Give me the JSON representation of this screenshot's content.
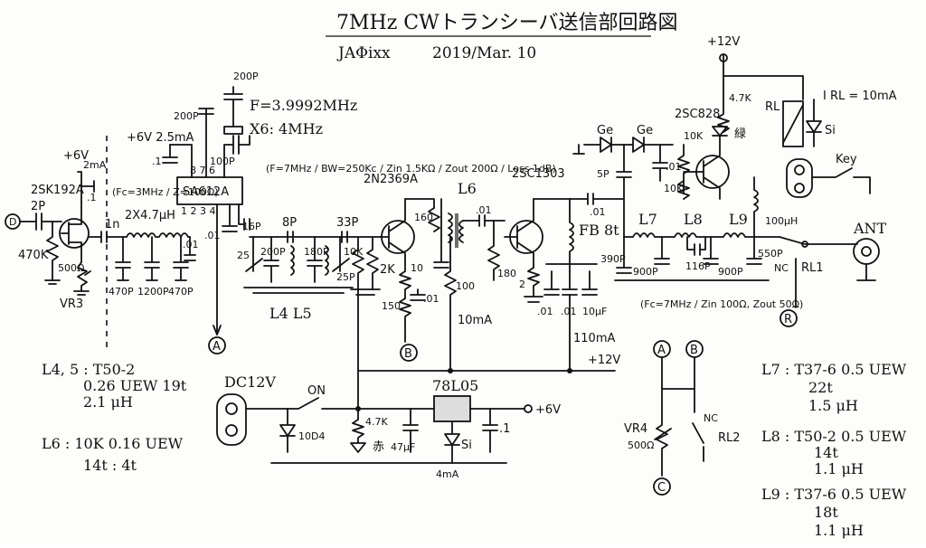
{
  "header": {
    "title": "7MHz CWトランシーバ送信部回路図",
    "author": "JAΦixx",
    "date": "2019/Mar. 10"
  },
  "labels": {
    "v12_top": "+12V",
    "v6_top": "+6V",
    "cur_2ma": "2mA",
    "fet": "2SK192A",
    "in_marker": "D",
    "cap_2p": "2P",
    "res_470k": "470K",
    "vr500": "500Ω",
    "vr3": "VR3",
    "tank_spec": "(Fc=3MHz / Z=100Ω)",
    "coil_2x47": "2X4.7μH",
    "cap_1n": "1n",
    "cap_470p_a": "470P",
    "cap_1200p": "1200P",
    "cap_470p_b": "470P",
    "cap_01a": ".01",
    "cap_1uf": ".1",
    "v6_mix": "+6V 2.5mA",
    "mixer": "SA612A",
    "pins_top": "8   7   6",
    "pins_bot": "1   2   3   4",
    "cap_200p_a": "200P",
    "cap_200p_b": "200P",
    "cap_100p": "100P",
    "freq": "F=3.9992MHz",
    "xtal": "X6: 4MHz",
    "cap_01b": ".01",
    "cap_16p": "16P",
    "filt_spec": "(F=7MHz / BW=250Kc / Zin 1.5KΩ / Zout 200Ω / Loss 1dB)",
    "cap_25": "25",
    "cap_200p_c": "200P",
    "cap_8p": "8P",
    "cap_180p": "180P",
    "cap_25p": "25P",
    "l4l5": "L4 L5",
    "cap_33p": "33P",
    "q1": "2N2369A",
    "res_10k": "10K",
    "res_2k": "2K",
    "res_160": "160",
    "res_10": "10",
    "res_150": "150",
    "cap_01c": ".01",
    "res_100": "100",
    "l6": "L6",
    "cap_01d": ".01",
    "res_180": "180",
    "cur_10ma": "10mA",
    "q2": "2SC1303",
    "cap_01e": ".01",
    "res_2": "2",
    "fb": "FB 8t",
    "cap_01f": ".01",
    "cap_01g": ".01",
    "cap_10uf": "10μF",
    "cur_110ma": "110mA",
    "v12_bus": "+12V",
    "diode_ge1": "Ge",
    "diode_ge2": "Ge",
    "cap_5p": "5P",
    "cap_01h": ".01",
    "res_10k_b": "10K",
    "res_10k_c": "10K",
    "q3": "2SC828",
    "res_47k": "4.7K",
    "led_green": "緑",
    "relay": "RL",
    "diode_si": "Si",
    "irl": "I RL = 10mA",
    "key": "Key",
    "l7": "L7",
    "l8": "L8",
    "l9": "L9",
    "cap_390p": "390P",
    "cap_900p_a": "900P",
    "cap_116p": "116P",
    "cap_900p_b": "900P",
    "cap_550p": "550P",
    "coil_100uh": "100μH",
    "ant": "ANT",
    "nc1": "NC",
    "rl1": "RL1",
    "r_marker": "R",
    "lpf_spec": "(Fc=7MHz / Zin 100Ω, Zout 50Ω)",
    "marker_a": "A",
    "marker_b": "B",
    "marker_c": "C",
    "dc12": "DC12V",
    "on": "ON",
    "diode_10d4": "10D4",
    "reg": "78L05",
    "v6_out": "+6V",
    "res_47k_b": "4.7K",
    "led_red": "赤",
    "cap_47uf": "47μF",
    "diode_si_b": "Si",
    "cur_4ma": "4mA",
    "cap_01i": ".1",
    "vr4": "VR4",
    "vr4_val": "500Ω",
    "nc2": "NC",
    "rl2": "RL2",
    "note_l45_a": "L4, 5 : T50-2",
    "note_l45_b": "0.26 UEW 19t",
    "note_l45_c": "2.1 μH",
    "note_l6_a": "L6  : 10K 0.16 UEW",
    "note_l6_b": "14t : 4t",
    "note_l7_a": "L7 : T37-6  0.5 UEW",
    "note_l7_b": "22t",
    "note_l7_c": "1.5 μH",
    "note_l8_a": "L8 : T50-2  0.5 UEW",
    "note_l8_b": "14t",
    "note_l8_c": "1.1 μH",
    "note_l9_a": "L9 : T37-6  0.5 UEW",
    "note_l9_b": "18t",
    "note_l9_c": "1.1 μH"
  }
}
